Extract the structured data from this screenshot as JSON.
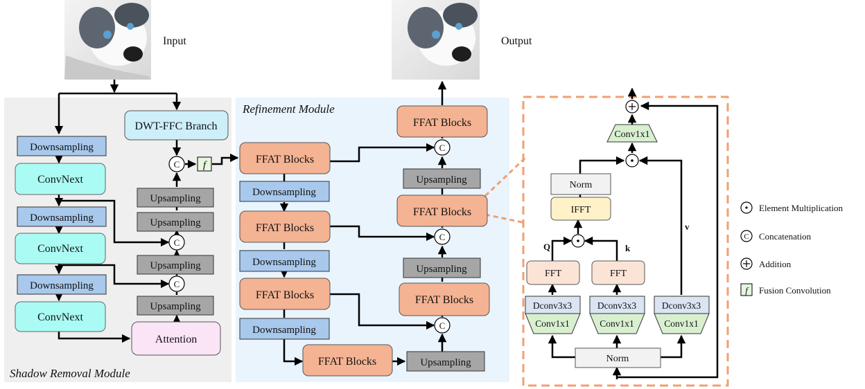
{
  "labels": {
    "input": "Input",
    "output": "Output",
    "shadow_module": "Shadow Removal Module",
    "refinement_module": "Refinement Module"
  },
  "shadow": {
    "dwt": "DWT-FFC Branch",
    "downsampling": "Downsampling",
    "convnext": "ConvNext",
    "upsampling": "Upsampling",
    "attention": "Attention",
    "concat_symbol": "C",
    "fusion_symbol": "f"
  },
  "refine": {
    "ffat": "FFAT Blocks",
    "downsampling": "Downsampling",
    "upsampling": "Upsampling"
  },
  "detail": {
    "conv1x1": "Conv1x1",
    "norm": "Norm",
    "ifft": "IFFT",
    "fft": "FFT",
    "dconv": "Dconv3x3",
    "q": "Q",
    "k": "k",
    "v": "v"
  },
  "legend": {
    "element_mult": "Element Multiplication",
    "concatenation": "Concatenation",
    "addition": "Addition",
    "fusion_conv": "Fusion Convolution"
  },
  "colors": {
    "shadow_bg": "#efefef",
    "refine_bg": "#eaf4fd",
    "detail_border": "#f0a070",
    "downsampling": "#a8c8ec",
    "convnext": "#aafbf4",
    "dwt": "#cdeffa",
    "upsampling": "#a6a6a6",
    "attention": "#fbe4f6",
    "ffat": "#f4b393",
    "fft": "#fbe4d6",
    "dconv": "#dae4f2",
    "conv1x1": "#d9f0d0",
    "ifft": "#fff2c8",
    "norm": "#f2f2f2"
  }
}
